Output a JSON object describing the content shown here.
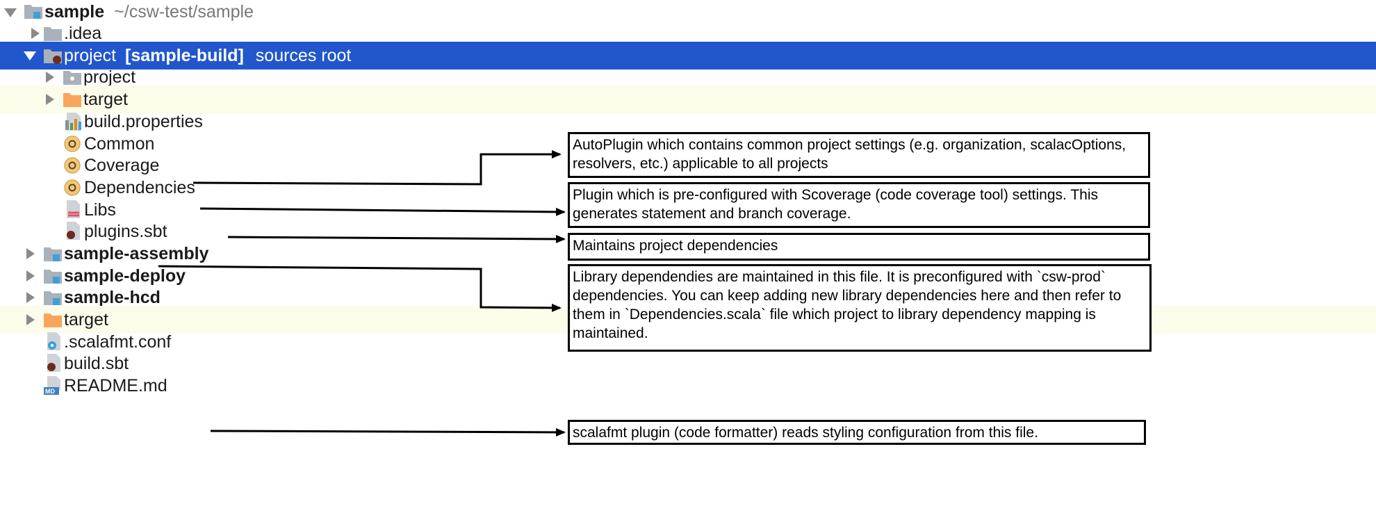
{
  "tree": {
    "root": {
      "name": "sample",
      "path": "~/csw-test/sample"
    },
    "items": [
      {
        "label": ".idea"
      },
      {
        "label": "project",
        "module": "[sample-build]",
        "suffix": "sources root"
      },
      {
        "label": "project"
      },
      {
        "label": "target"
      },
      {
        "label": "build.properties"
      },
      {
        "label": "Common"
      },
      {
        "label": "Coverage"
      },
      {
        "label": "Dependencies"
      },
      {
        "label": "Libs"
      },
      {
        "label": "plugins.sbt"
      },
      {
        "label": "sample-assembly"
      },
      {
        "label": "sample-deploy"
      },
      {
        "label": "sample-hcd"
      },
      {
        "label": "target"
      },
      {
        "label": ".scalafmt.conf"
      },
      {
        "label": "build.sbt"
      },
      {
        "label": "README.md"
      }
    ]
  },
  "notes": {
    "common": "AutoPlugin which contains common project settings (e.g. organization, scalacOptions, resolvers, etc.) applicable to all projects",
    "coverage": "Plugin which is pre-configured with Scoverage (code coverage tool) settings. This generates statement and branch coverage.",
    "dependencies": "Maintains project dependencies",
    "libs": "Library dependendies are maintained in this file.  It is preconfigured with `csw-prod` dependencies.  You can keep adding new library dependencies here and then refer to them in `Dependencies.scala` file which project to library dependency mapping is maintained.",
    "scalafmt": "scalafmt plugin (code formatter) reads styling configuration from this file."
  },
  "colors": {
    "selection": "#2256cc",
    "highlight_row": "#fcfcea",
    "folder_gray": "#a9b1ba",
    "folder_orange": "#f9a55d",
    "module_marker": "#3f9fd9",
    "object_icon": "#f2c87c",
    "sbt_marker": "#6b2b1e"
  },
  "icons": {
    "expand": "chevron-right-icon",
    "collapse": "chevron-down-icon",
    "module_folder": "module-folder-icon",
    "folder": "folder-icon",
    "excluded_folder": "excluded-folder-icon",
    "properties_file": "properties-file-icon",
    "scala_object": "scala-object-icon",
    "scala_file": "scala-file-icon",
    "sbt_file": "sbt-file-icon",
    "config_file": "config-file-icon",
    "markdown_file": "markdown-file-icon"
  }
}
